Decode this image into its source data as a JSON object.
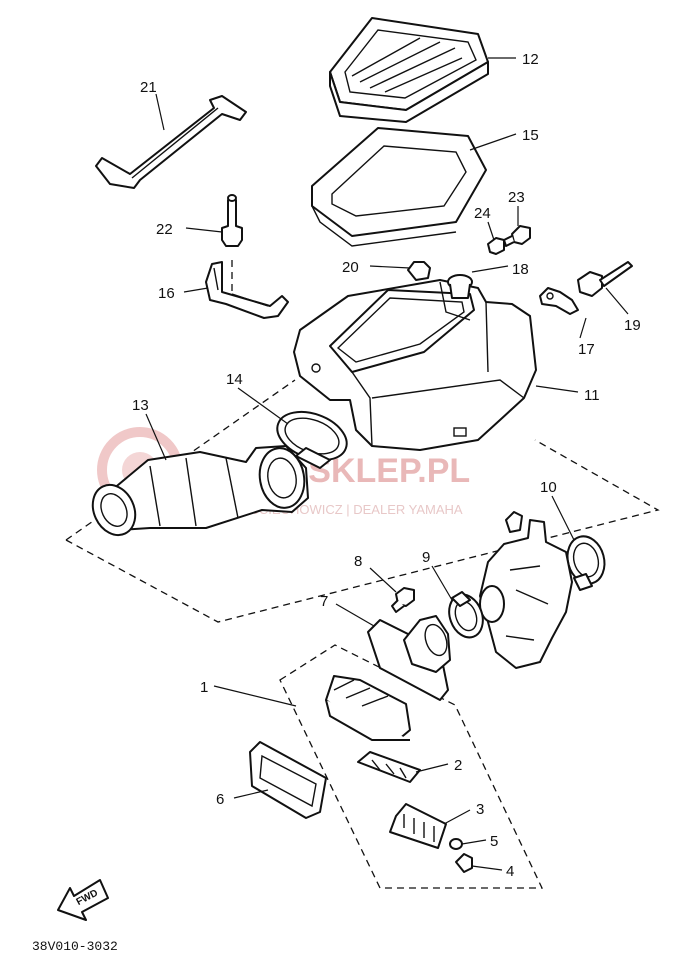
{
  "watermark": {
    "brand": "YAMA-SKLEP.PL",
    "dealer": "WOJCIECHOWICZ | DEALER YAMAHA"
  },
  "callouts": {
    "c1": "1",
    "c2": "2",
    "c3": "3",
    "c4": "4",
    "c5": "5",
    "c6": "6",
    "c7": "7",
    "c8": "8",
    "c9": "9",
    "c10": "10",
    "c11": "11",
    "c12": "12",
    "c13": "13",
    "c14": "14",
    "c15": "15",
    "c16": "16",
    "c17": "17",
    "c18": "18",
    "c19": "19",
    "c20": "20",
    "c21": "21",
    "c22": "22",
    "c23": "23",
    "c24": "24"
  },
  "direction_label": "FWD",
  "diagram_code": "38V010-3032"
}
